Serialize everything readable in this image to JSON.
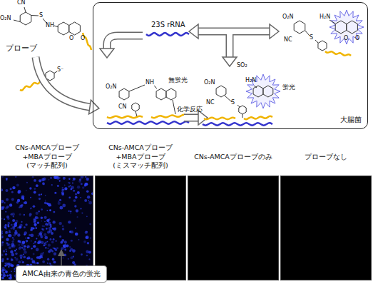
{
  "diagram": {
    "nodes": [
      {
        "text": [
          "大腸菌"
        ]
      },
      {
        "text": [
          "CNs-AMCAプローブ +MBAプローブ (マッチ配列)"
        ]
      },
      {
        "text": [
          "CNs-AMCAプローブ +MBAプローブ (ミスマッチ配列)"
        ]
      },
      {
        "text": [
          "CNs-AMCAプローブのみ"
        ]
      },
      {
        "text": [
          "プローブなし"
        ]
      },
      {
        "text": [
          "AMCA由来の青色の蛍光"
        ]
      }
    ],
    "edges": [
      {
        "from": 5,
        "to": 1,
        "arrow": "to"
      }
    ],
    "labels": [
      "CN",
      "O₂N",
      "S",
      "NH",
      "O",
      "O",
      "プローブ",
      "S⁻",
      "23S rRNA",
      "O₂N",
      "NC",
      "S",
      "H₂N",
      "O",
      "O",
      "O₂N",
      "CN",
      "NH",
      "無蛍光",
      "化学反応",
      "SO₂",
      "O₂N",
      "NC",
      "S",
      "H₂N",
      "蛍光"
    ]
  }
}
